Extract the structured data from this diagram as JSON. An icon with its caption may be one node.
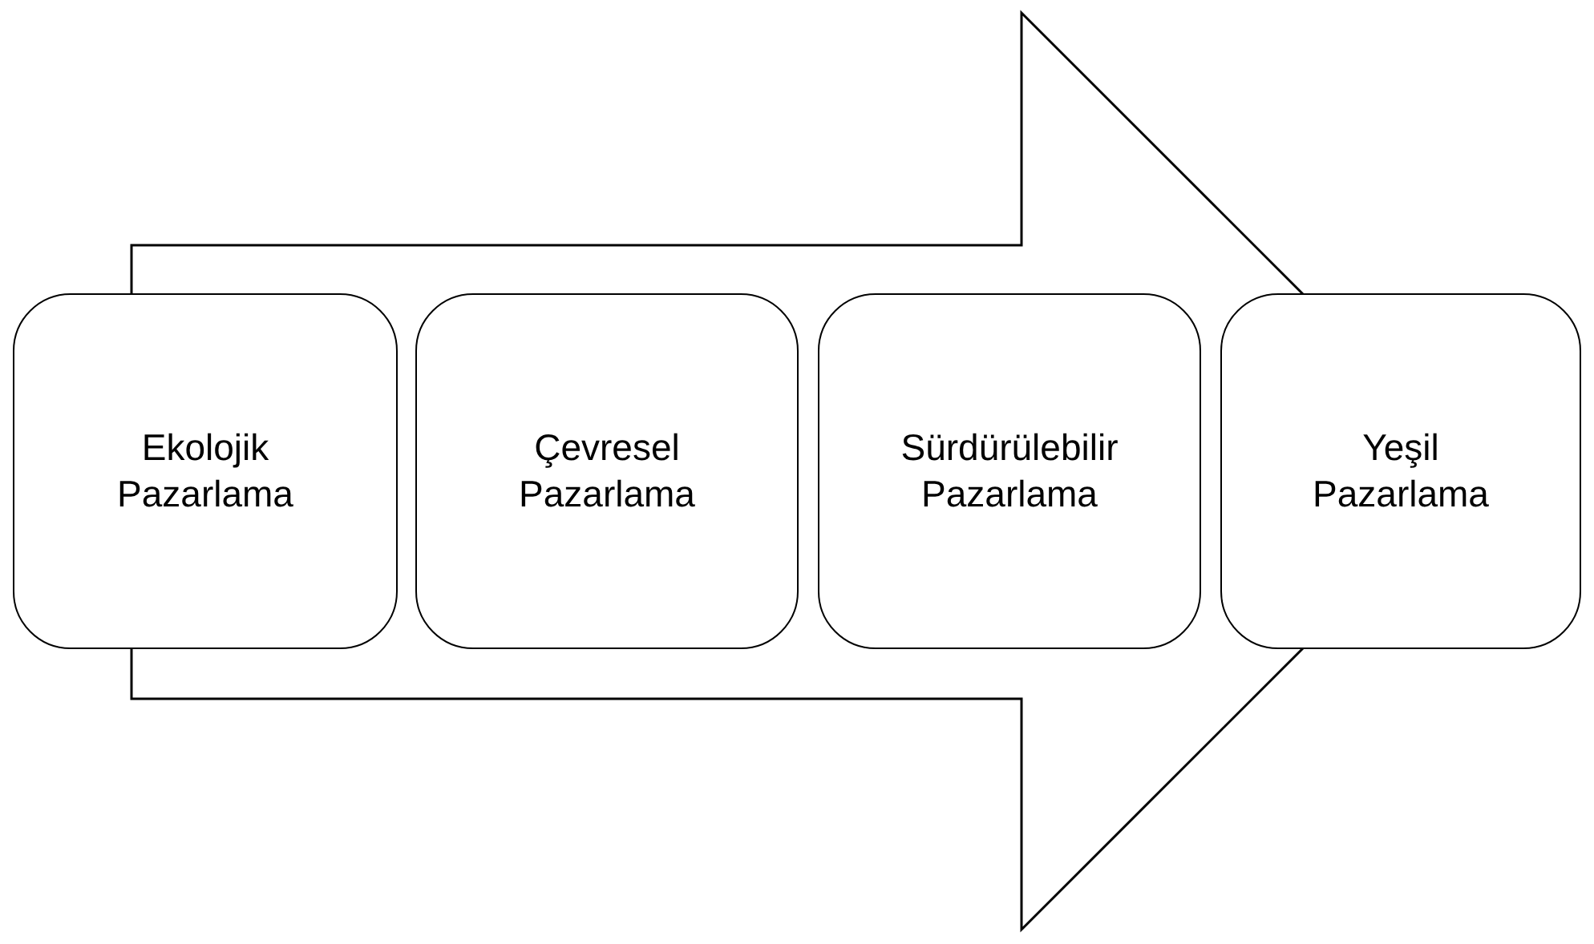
{
  "diagram": {
    "nodes": [
      {
        "text": [
          "Ekolojik Pazarlama"
        ]
      },
      {
        "text": [
          "Çevresel Pazarlama"
        ]
      },
      {
        "text": [
          "Sürdürülebilir Pazarlama"
        ]
      },
      {
        "text": [
          "Yeşil Pazarlama"
        ]
      }
    ],
    "edges": [
      {
        "from": 0,
        "to": 3,
        "arrow": "to"
      }
    ]
  }
}
